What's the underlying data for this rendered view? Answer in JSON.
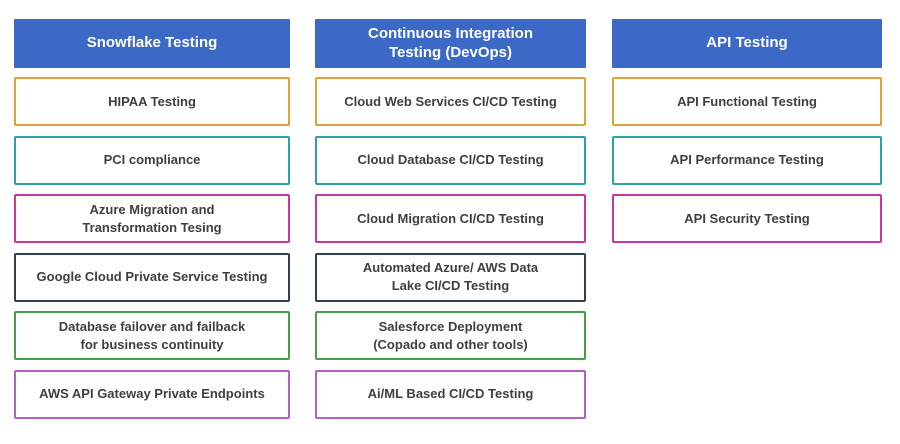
{
  "colors": {
    "background": "#ffffff",
    "header_bg": "#3c69c5",
    "header_text": "#ffffff",
    "box_bg": "#ffffff",
    "box_text": "#3f3f3f",
    "border_orange": "#e0a33c",
    "border_teal": "#2da0ac",
    "border_magenta": "#c9359d",
    "border_slate": "#2f4150",
    "border_green": "#43a047",
    "border_purple": "#b161c6"
  },
  "columns": [
    {
      "header": "Snowflake Testing",
      "items": [
        {
          "label": "HIPAA Testing",
          "border": "border_orange"
        },
        {
          "label": "PCI compliance",
          "border": "border_teal"
        },
        {
          "label": "Azure Migration and\nTransformation Tesing",
          "border": "border_magenta"
        },
        {
          "label": "Google Cloud Private Service Testing",
          "border": "border_slate"
        },
        {
          "label": "Database failover and failback\nfor business continuity",
          "border": "border_green"
        },
        {
          "label": "AWS API Gateway Private Endpoints",
          "border": "border_purple"
        }
      ]
    },
    {
      "header": "Continuous Integration\nTesting (DevOps)",
      "items": [
        {
          "label": "Cloud Web Services CI/CD Testing",
          "border": "border_orange"
        },
        {
          "label": "Cloud Database CI/CD Testing",
          "border": "border_teal"
        },
        {
          "label": "Cloud Migration CI/CD Testing",
          "border": "border_magenta"
        },
        {
          "label": "Automated Azure/ AWS Data\nLake CI/CD Testing",
          "border": "border_slate"
        },
        {
          "label": "Salesforce Deployment\n(Copado and other tools)",
          "border": "border_green"
        },
        {
          "label": "Ai/ML Based CI/CD Testing",
          "border": "border_purple"
        }
      ]
    },
    {
      "header": "API Testing",
      "items": [
        {
          "label": "API Functional Testing",
          "border": "border_orange"
        },
        {
          "label": "API Performance Testing",
          "border": "border_teal"
        },
        {
          "label": "API Security Testing",
          "border": "border_magenta"
        }
      ]
    }
  ]
}
